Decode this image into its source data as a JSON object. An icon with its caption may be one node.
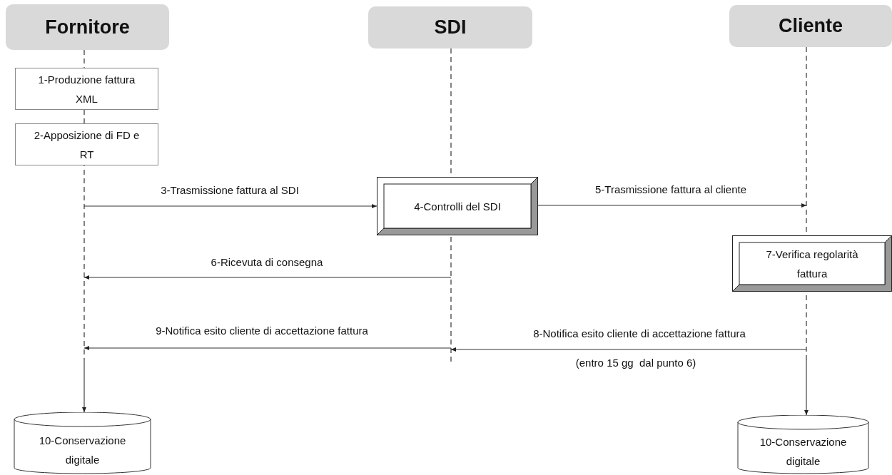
{
  "diagram": {
    "nodes": [
      {
        "text": [
          "Fornitore"
        ]
      },
      {
        "text": [
          "SDI"
        ]
      },
      {
        "text": [
          "Cliente"
        ]
      },
      {
        "text": [],
        "shape": "line"
      },
      {
        "text": [],
        "shape": "line"
      },
      {
        "text": [],
        "shape": "line"
      },
      {
        "text": [
          "1-Produzione fattura XML"
        ]
      },
      {
        "text": [
          "2-Apposizione di FD e RT"
        ]
      },
      {
        "text": [
          "4-Controlli  del SDI"
        ]
      },
      {
        "text": [
          "7-Verifica regolarità fattura"
        ]
      },
      {
        "text": [
          "10-Conservazione digitale"
        ]
      },
      {
        "text": [
          "10-Conservazione digitale"
        ]
      }
    ],
    "edges": [
      {
        "from": 3,
        "to": 8,
        "arrow": "to",
        "label": "3-Trasmissione fattura al SDI"
      },
      {
        "from": 8,
        "to": 5,
        "arrow": "to",
        "label": "5-Trasmissione fattura al cliente"
      },
      {
        "from": 4,
        "to": 3,
        "arrow": "to",
        "label": "6-Ricevuta di consegna"
      },
      {
        "from": 4,
        "to": 3,
        "arrow": "to",
        "label": "9-Notifica esito cliente di accettazione fattura"
      },
      {
        "from": 5,
        "to": 4,
        "arrow": "to",
        "label": "8-Notifica esito cliente di accettazione fattura"
      },
      {
        "from": 3,
        "to": 10,
        "arrow": "to"
      },
      {
        "from": 5,
        "to": 11,
        "arrow": "to"
      }
    ],
    "labels": [
      "(entro 15 gg  dal punto 6)"
    ]
  }
}
